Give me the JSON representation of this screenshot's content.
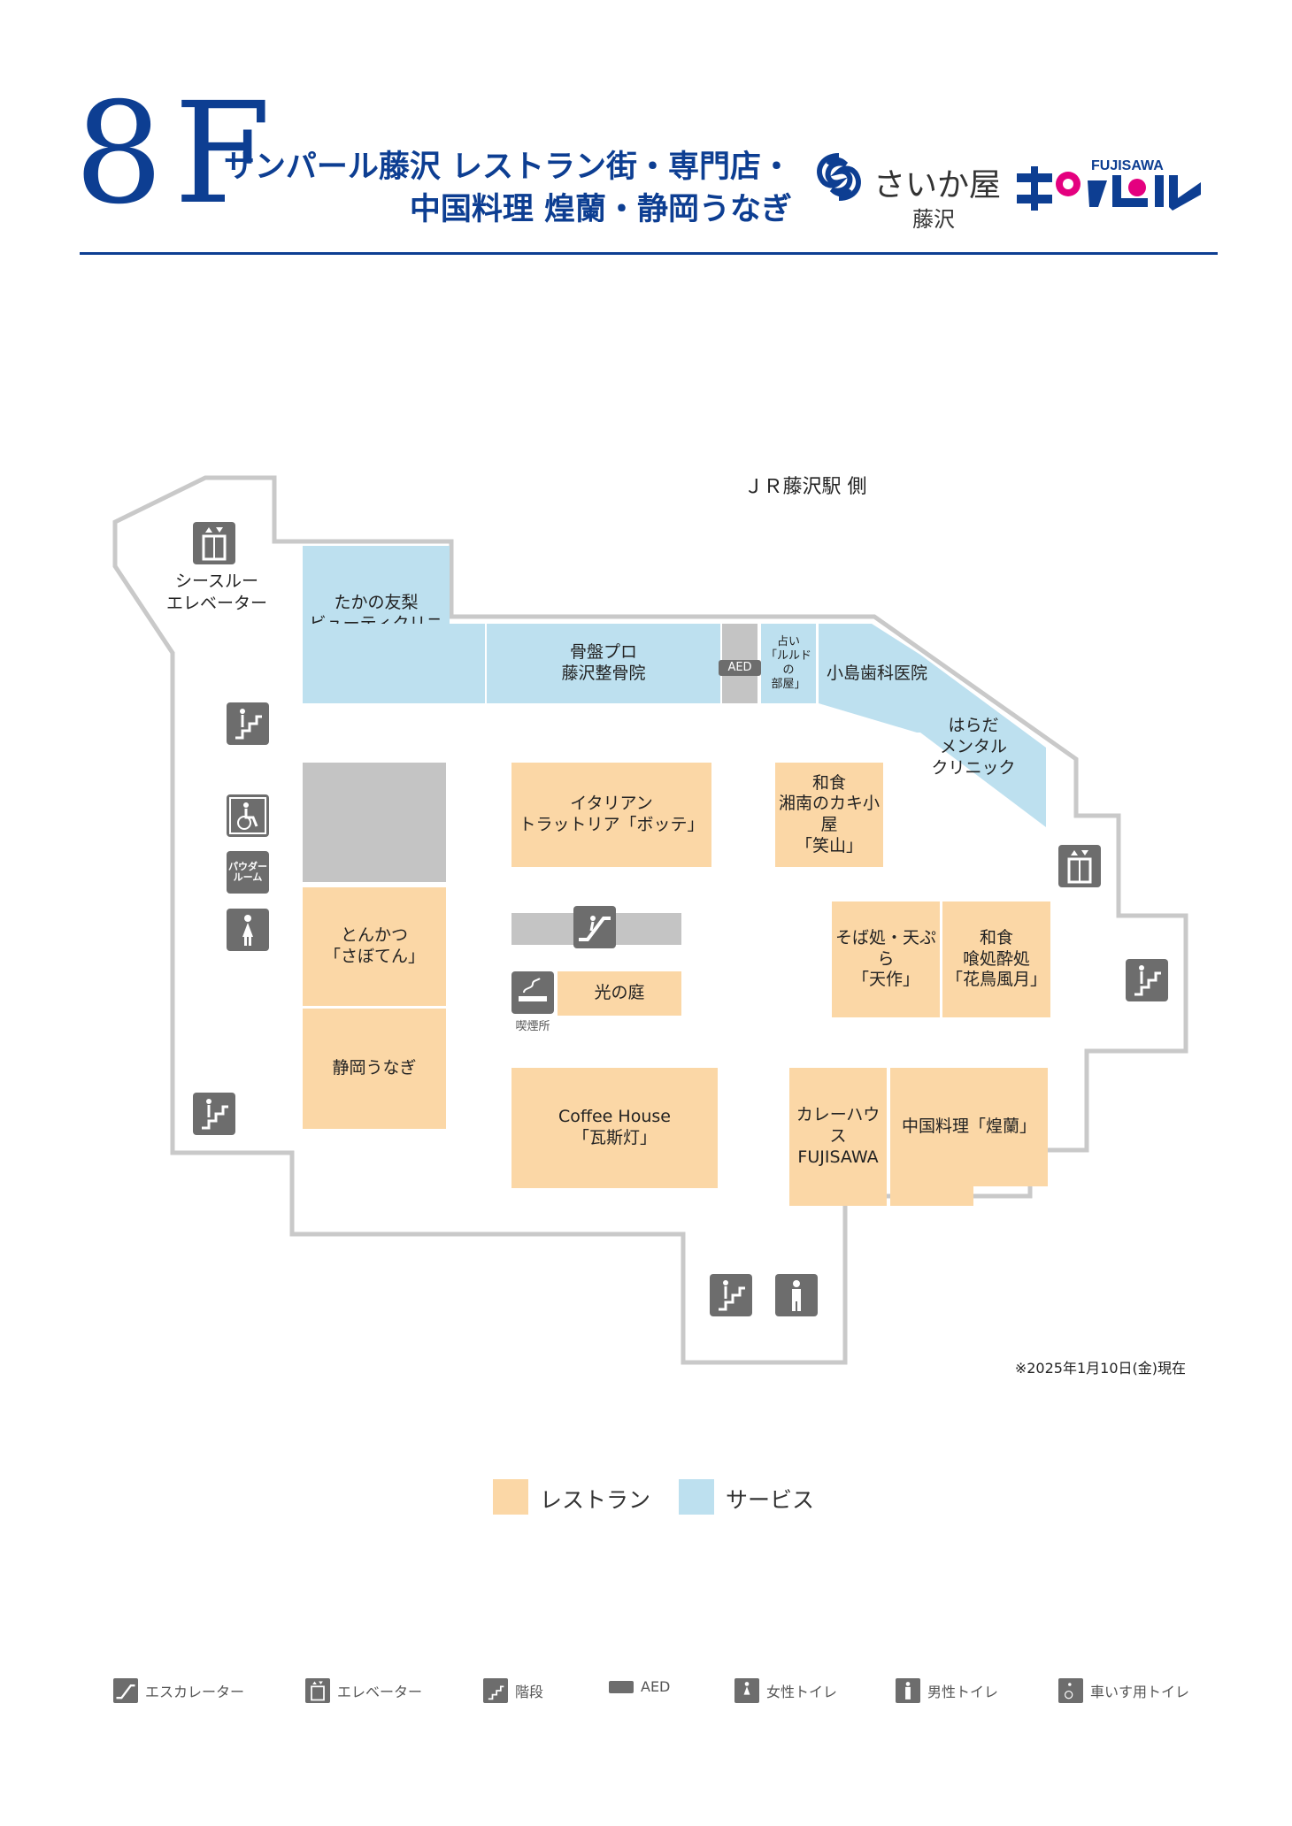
{
  "header": {
    "floor": "8F",
    "title_line1": "サンパール藤沢 レストラン街・専門店・",
    "title_line2": "中国料理 煌蘭・静岡うなぎ",
    "saikaya_name": "さいか屋",
    "saikaya_branch": "藤沢",
    "sanpearl_roman": "FUJISAWA",
    "sanpearl_name": "サンパール",
    "brand_color": "#0d3e92"
  },
  "map": {
    "direction_label": "ＪＲ藤沢駅 側",
    "see_through_elevator": "シースルー\nエレベーター",
    "powder_room": "パウダー\nルーム",
    "smoking_area": "喫煙所",
    "aed": "AED",
    "date_note": "※2025年1月10日(金)現在",
    "shops": {
      "takanotomo": "たかの友梨\nビューティクリニック",
      "kotsuban": "骨盤プロ\n藤沢整骨院",
      "uranai": "占い\n「ルルドの\n部屋」",
      "kojima": "小島歯科医院",
      "harada": "はらだ\nメンタル\nクリニック",
      "botte": "イタリアン\nトラットリア「ボッテ」",
      "waraiyama": "和食\n湘南のカキ小屋\n「笑山」",
      "sabouten": "とんかつ\n「さぼてん」",
      "hikarinoniwa": "光の庭",
      "tensaku": "そば処・天ぷら\n「天作」",
      "kachoufuugetsu": "和食\n喰処酔処\n「花鳥風月」",
      "shizuoka_unagi": "静岡うなぎ",
      "coffee_house": "Coffee House\n「瓦斯灯」",
      "curry_house": "カレーハウス\nFUJISAWA",
      "kouran": "中国料理「煌蘭」"
    },
    "colors": {
      "restaurant": "#fbd7a6",
      "service": "#bde0ef",
      "facility": "#c4c4c4",
      "icon": "#6d6d6d"
    }
  },
  "legend": {
    "restaurant": "レストラン",
    "service": "サービス"
  },
  "icon_key": [
    {
      "icon": "escalator-icon",
      "label": "エスカレーター"
    },
    {
      "icon": "elevator-icon",
      "label": "エレベーター"
    },
    {
      "icon": "stairs-icon",
      "label": "階段"
    },
    {
      "icon": "aed-icon",
      "label": "AED"
    },
    {
      "icon": "womens-toilet-icon",
      "label": "女性トイレ"
    },
    {
      "icon": "mens-toilet-icon",
      "label": "男性トイレ"
    },
    {
      "icon": "accessible-toilet-icon",
      "label": "車いす用トイレ"
    }
  ]
}
